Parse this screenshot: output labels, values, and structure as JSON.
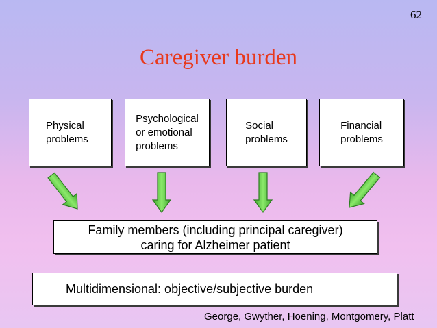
{
  "slide_number": "62",
  "title": "Caregiver burden",
  "problems": [
    {
      "label": "Physical\nproblems"
    },
    {
      "label": "Psychological\nor emotional\n  problems"
    },
    {
      "label": "Social\nproblems"
    },
    {
      "label": "Financial\nproblems"
    }
  ],
  "family_box": "Family members (including principal caregiver)\ncaring for Alzheimer patient",
  "multidimensional_box": "Multidimensional: objective/subjective burden",
  "citation": "George, Gwyther, Hoening, Montgomery, Platt",
  "colors": {
    "title": "#e8391c",
    "arrow_fill": "#6fd64a",
    "arrow_stroke": "#2e7d22"
  },
  "icons": [
    "arrow-down-right-icon",
    "arrow-down-icon",
    "arrow-down-icon",
    "arrow-down-left-icon"
  ]
}
